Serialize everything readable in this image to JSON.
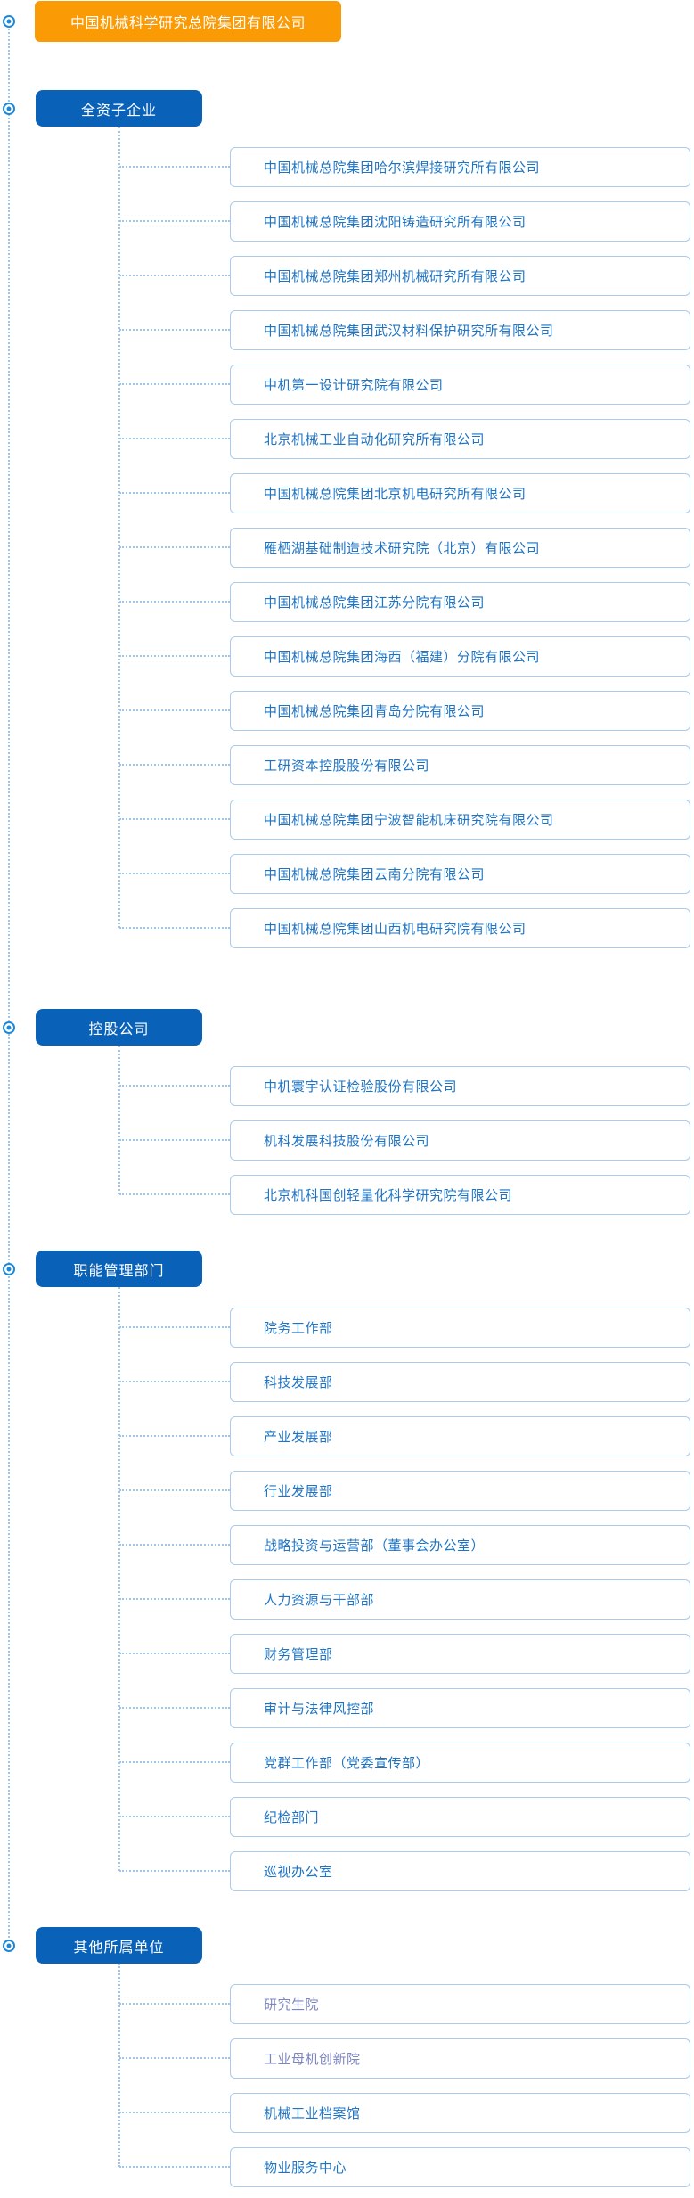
{
  "colors": {
    "root_bg": "#FA9A05",
    "category_bg": "#0962B8",
    "item_text": "#1E74C4",
    "item_text_visited": "#7D86C0",
    "item_border": "#AACBEC",
    "connector": "#9EC5EB",
    "node_ring": "#1E88D8"
  },
  "icons": {
    "node_bullet": "concentric-circle"
  },
  "root": {
    "label": "中国机械科学研究总院集团有限公司"
  },
  "sections": [
    {
      "label": "全资子企业",
      "items": [
        {
          "label": "中国机械总院集团哈尔滨焊接研究所有限公司"
        },
        {
          "label": "中国机械总院集团沈阳铸造研究所有限公司"
        },
        {
          "label": "中国机械总院集团郑州机械研究所有限公司"
        },
        {
          "label": "中国机械总院集团武汉材料保护研究所有限公司"
        },
        {
          "label": "中机第一设计研究院有限公司"
        },
        {
          "label": "北京机械工业自动化研究所有限公司"
        },
        {
          "label": "中国机械总院集团北京机电研究所有限公司"
        },
        {
          "label": "雁栖湖基础制造技术研究院（北京）有限公司"
        },
        {
          "label": "中国机械总院集团江苏分院有限公司"
        },
        {
          "label": "中国机械总院集团海西（福建）分院有限公司"
        },
        {
          "label": "中国机械总院集团青岛分院有限公司"
        },
        {
          "label": "工研资本控股股份有限公司"
        },
        {
          "label": "中国机械总院集团宁波智能机床研究院有限公司"
        },
        {
          "label": "中国机械总院集团云南分院有限公司"
        },
        {
          "label": "中国机械总院集团山西机电研究院有限公司"
        }
      ]
    },
    {
      "label": "控股公司",
      "items": [
        {
          "label": "中机寰宇认证检验股份有限公司"
        },
        {
          "label": "机科发展科技股份有限公司"
        },
        {
          "label": "北京机科国创轻量化科学研究院有限公司"
        }
      ]
    },
    {
      "label": "职能管理部门",
      "items": [
        {
          "label": "院务工作部"
        },
        {
          "label": "科技发展部"
        },
        {
          "label": "产业发展部"
        },
        {
          "label": "行业发展部"
        },
        {
          "label": "战略投资与运营部（董事会办公室）"
        },
        {
          "label": "人力资源与干部部"
        },
        {
          "label": "财务管理部"
        },
        {
          "label": "审计与法律风控部"
        },
        {
          "label": "党群工作部（党委宣传部）"
        },
        {
          "label": "纪检部门"
        },
        {
          "label": "巡视办公室"
        }
      ]
    },
    {
      "label": "其他所属单位",
      "items": [
        {
          "label": "研究生院",
          "visited": true
        },
        {
          "label": "工业母机创新院",
          "visited": true
        },
        {
          "label": "机械工业档案馆"
        },
        {
          "label": "物业服务中心"
        }
      ]
    }
  ]
}
